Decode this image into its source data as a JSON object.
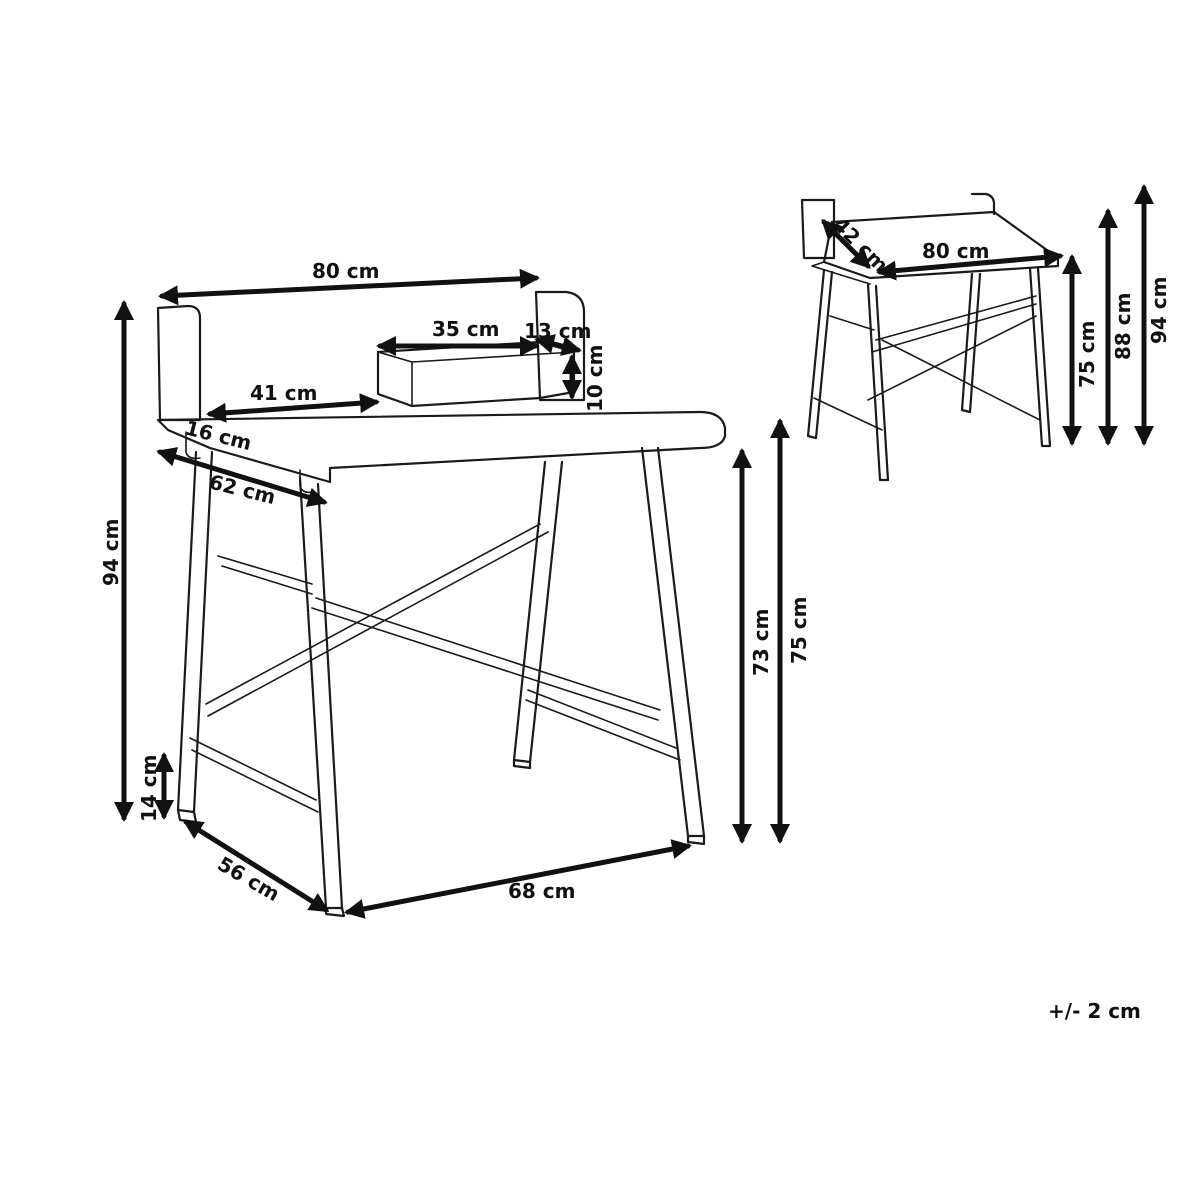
{
  "main_view": {
    "width_top": "80 cm",
    "shelf_width": "35 cm",
    "shelf_depth": "13 cm",
    "shelf_height": "10 cm",
    "desk_gap": "41 cm",
    "side_panel_depth": "16 cm",
    "top_depth": "62 cm",
    "total_height": "94 cm",
    "bar_height": "14 cm",
    "leg_height_inner": "73 cm",
    "leg_height_outer": "75 cm",
    "frame_depth": "56 cm",
    "frame_width": "68 cm"
  },
  "side_view": {
    "top_depth": "42 cm",
    "top_width": "80 cm",
    "height_desk": "75 cm",
    "height_raised": "88 cm",
    "height_total": "94 cm"
  },
  "tolerance": "+/- 2 cm"
}
